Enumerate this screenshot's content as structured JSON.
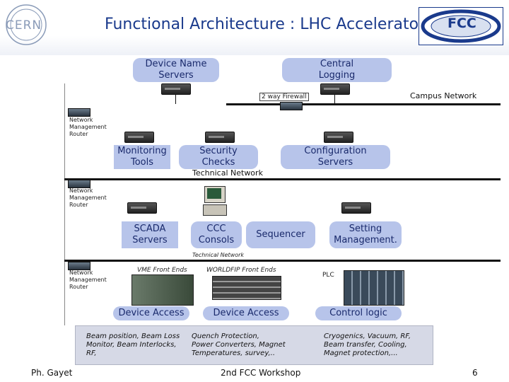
{
  "header": {
    "title": "Functional Architecture : LHC Accelerator",
    "cern_logo_text": "CERN",
    "fcc_logo_text": "FCC"
  },
  "boxes": {
    "device_name_servers": "Device Name\nServers",
    "central_logging": "Central\nLogging",
    "monitoring_tools": "Monitoring\nTools",
    "security_checks": "Security\nChecks",
    "configuration_servers": "Configuration\nServers",
    "scada_servers": "SCADA\nServers",
    "ccc_consols": "CCC\nConsols",
    "sequencer": "Sequencer",
    "setting_management": "Setting\nManagement.",
    "device_access_1": "Device Access",
    "device_access_2": "Device Access",
    "control_logic": "Control logic"
  },
  "labels": {
    "campus_network": "Campus Network",
    "two_way_firewall": "2 way Firewall",
    "technical_network": "Technical Network",
    "technical_network_2": "Technical Network",
    "nmr_1": "Network\nManagement\nRouter",
    "nmr_2": "Network\nManagement\nRouter",
    "nmr_3": "Network\nManagement\nRouter",
    "vme_front_ends": "VME Front Ends",
    "worldfip_front_ends": "WORLDFIP Front Ends",
    "plc": "PLC"
  },
  "descriptions": {
    "left": "Beam position, Beam Loss\nMonitor, Beam Interlocks,\nRF,",
    "middle": "Quench Protection,\nPower Converters, Magnet\nTemperatures, survey,..",
    "right": "Cryogenics, Vacuum, RF,\nBeam transfer, Cooling,\nMagnet protection,..."
  },
  "footer": {
    "author": "Ph. Gayet",
    "event": "2nd FCC Workshop",
    "page": "6"
  },
  "colors": {
    "box_fill": "#b7c4ea",
    "title": "#1a3a8c"
  }
}
